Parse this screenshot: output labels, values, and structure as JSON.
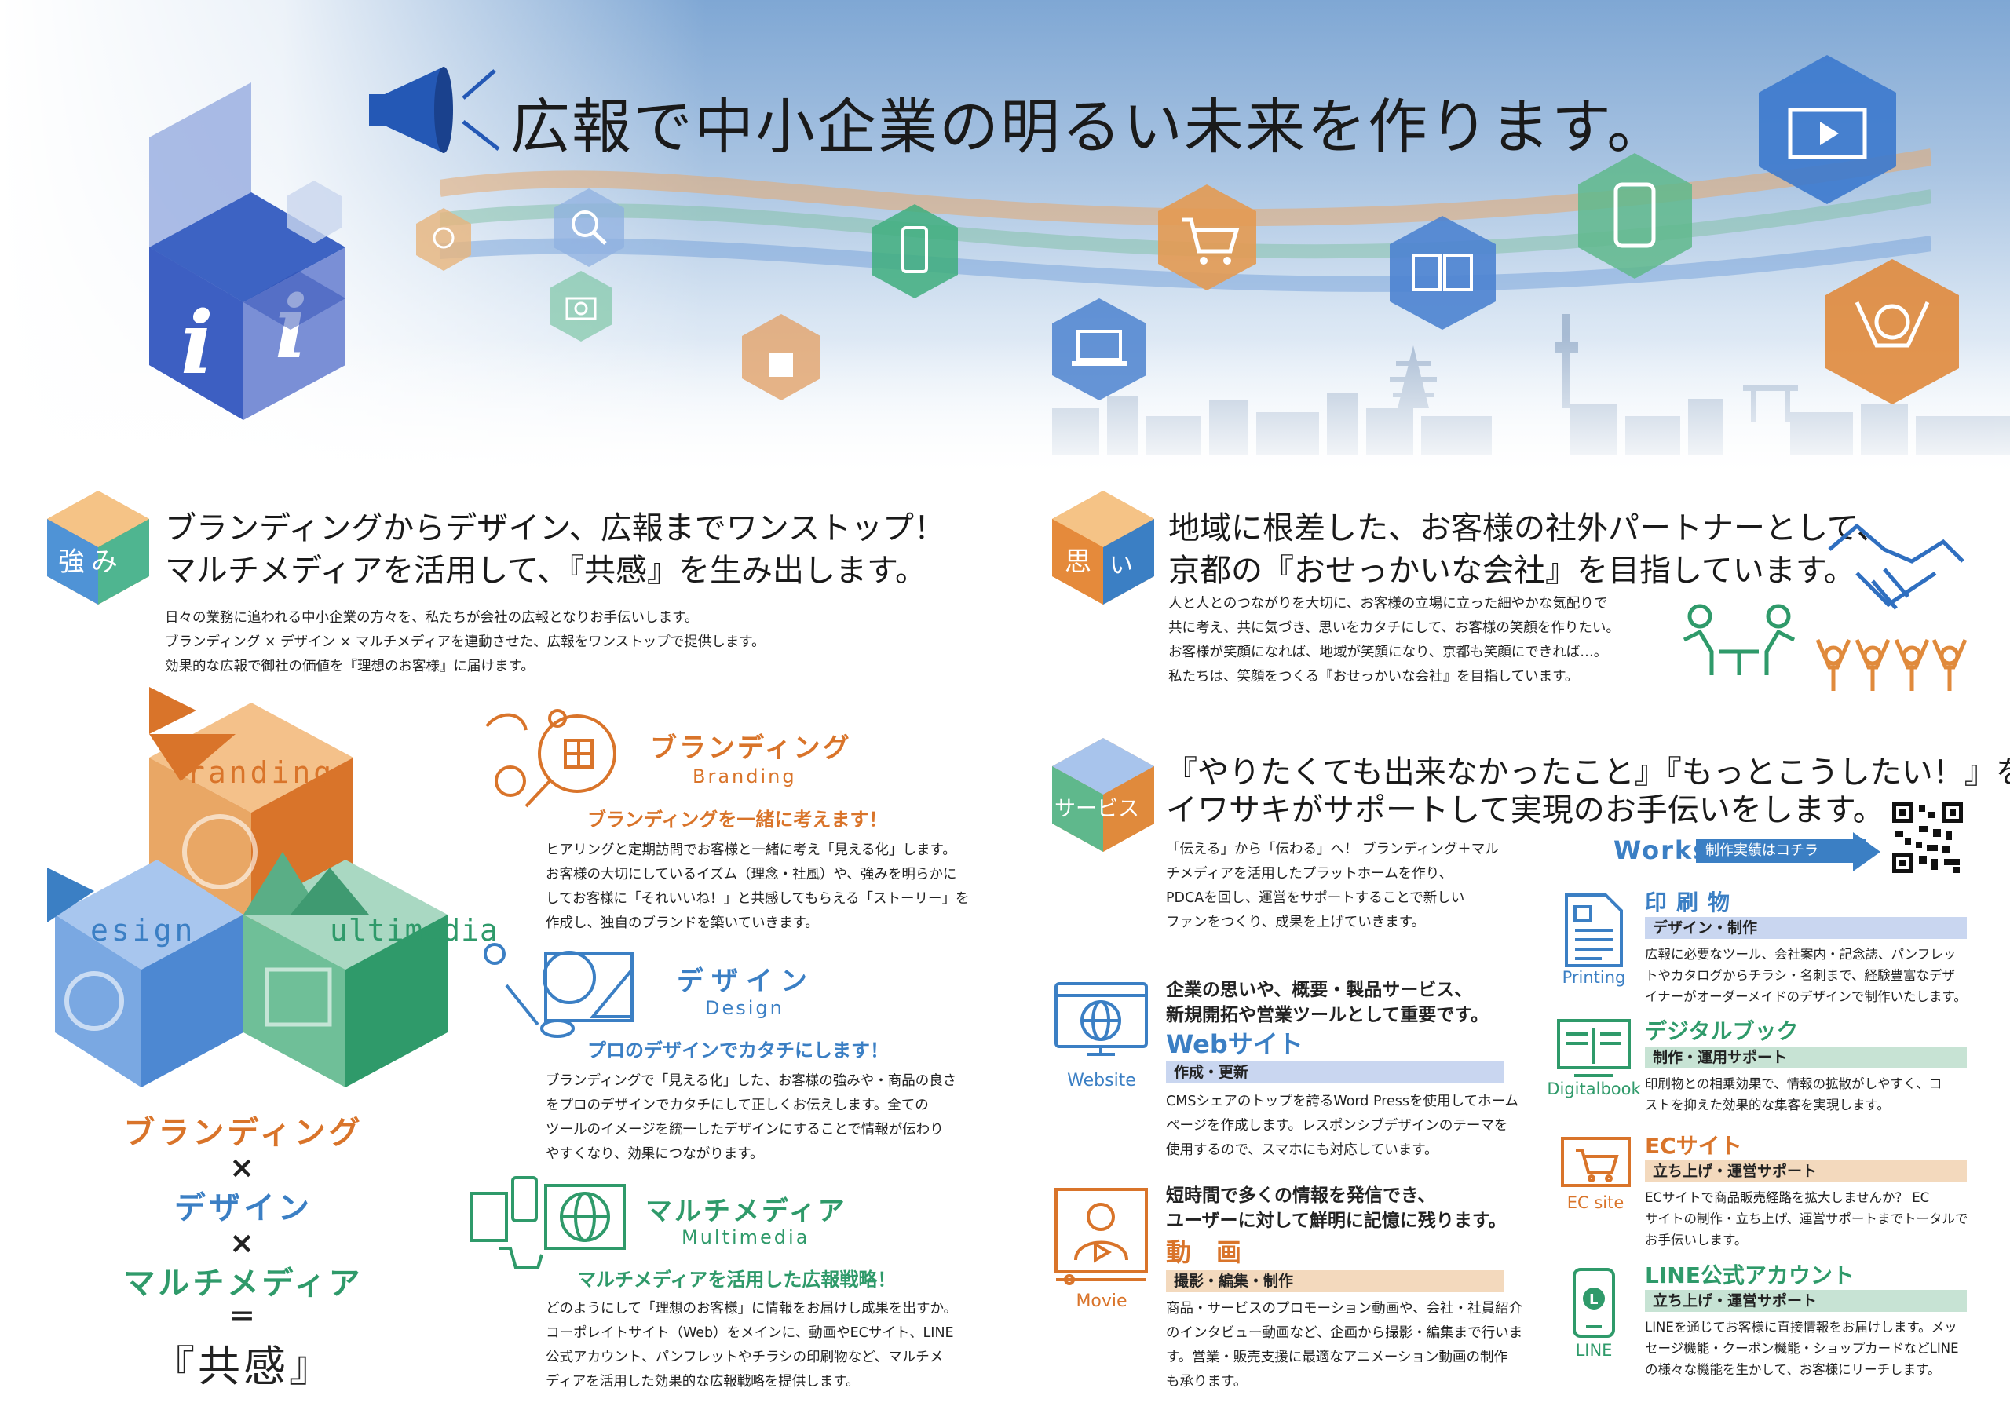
{
  "hero": {
    "title": "広報で中小企業の明るい未来を作ります。"
  },
  "strength": {
    "badge": "強み",
    "headline_1": "ブランディングからデザイン、広報までワンストップ！",
    "headline_2": "マルチメディアを活用して、『共感』を生み出します。",
    "body": [
      "日々の業務に追われる中小企業の方々を、私たちが会社の広報となりお手伝いします。",
      "ブランディング × デザイン × マルチメディアを連動させた、広報をワンストップで提供します。",
      "効果的な広報で御社の価値を『理想のお客様』に届けます。"
    ]
  },
  "cube": {
    "label_branding": "randing",
    "label_design": "esign",
    "label_multimedia": "ultimedia"
  },
  "equation": {
    "line1": "ブランディング",
    "x1": "×",
    "line2": "デザイン",
    "x2": "×",
    "line3": "マルチメディア",
    "eq": "＝",
    "line4": "『共感』"
  },
  "branding": {
    "title": "ブランディング",
    "sub": "Branding",
    "tag": "ブランディングを一緒に考えます！",
    "body": [
      "ヒアリングと定期訪問でお客様と一緒に考え「見える化」します。",
      "お客様の大切にしているイズム（理念・社風）や、強みを明らかに",
      "してお客様に「それいいね！」と共感してもらえる「ストーリー」を",
      "作成し、独自のブランドを築いていきます。"
    ]
  },
  "design": {
    "title": "デザイン",
    "sub": "Design",
    "tag": "プロのデザインでカタチにします！",
    "body": [
      "ブランディングで「見える化」した、お客様の強みや・商品の良さ",
      "をプロのデザインでカタチにして正しくお伝えします。全ての",
      "ツールのイメージを統一したデザインにすることで情報が伝わり",
      "やすくなり、効果につながります。"
    ]
  },
  "multimedia": {
    "title": "マルチメディア",
    "sub": "Multimedia",
    "tag": "マルチメディアを活用した広報戦略！",
    "body": [
      "どのようにして「理想のお客様」に情報をお届けし成果を出すか。",
      "コーポレイトサイト（Web）をメインに、動画やECサイト、LINE",
      "公式アカウント、パンフレットやチラシの印刷物など、マルチメ",
      "ディアを活用した効果的な広報戦略を提供します。"
    ]
  },
  "thought": {
    "badge_1": "思",
    "badge_2": "い",
    "headline_1": "地域に根差した、お客様の社外パートナーとして、",
    "headline_2": "京都の『おせっかいな会社』を目指しています。",
    "body": [
      "人と人とのつながりを大切に、お客様の立場に立った細やかな気配りで",
      "共に考え、共に気づき、思いをカタチにして、お客様の笑顔を作りたい。",
      "お客様が笑顔になれば、地域が笑顔になり、京都も笑顔にできれば…。",
      "私たちは、笑顔をつくる『おせっかいな会社』を目指しています。"
    ]
  },
  "service": {
    "badge": "サービス",
    "headline_1": "『やりたくても出来なかったこと』『もっとこうしたい！』を",
    "headline_2": "イワサキがサポートして実現のお手伝いをします。",
    "body": [
      "「伝える」から「伝わる」へ！ ブランディング＋マル",
      "チメディアを活用したプラットホームを作り、",
      "PDCAを回し、運営をサポートすることで新しい",
      "ファンをつくり、成果を上げていきます。"
    ],
    "works_label": "Works",
    "works_link": "制作実績はコチラ"
  },
  "website": {
    "lead_1": "企業の思いや、概要・製品サービス、",
    "lead_2": "新規開拓や営業ツールとして重要です。",
    "title": "Webサイト",
    "bar": "作成・更新",
    "caption": "Website",
    "body": [
      "CMSシェアのトップを誇るWord Pressを使用してホーム",
      "ページを作成します。レスポンシブデザインのテーマを",
      "使用するので、スマホにも対応しています。"
    ]
  },
  "movie": {
    "lead_1": "短時間で多くの情報を発信でき、",
    "lead_2": "ユーザーに対して鮮明に記憶に残ります。",
    "title": "動　画",
    "bar": "撮影・編集・制作",
    "caption": "Movie",
    "body": [
      "商品・サービスのプロモーション動画や、会社・社員紹介",
      "のインタビュー動画など、企画から撮影・編集まで行いま",
      "す。営業・販売支援に最適なアニメーション動画の制作",
      "も承ります。"
    ]
  },
  "printing": {
    "title": "印刷物",
    "bar": "デザイン・制作",
    "caption": "Printing",
    "body": [
      "広報に必要なツール、会社案内・記念誌、パンフレッ",
      "トやカタログからチラシ・名刺まで、経験豊富なデザ",
      "イナーがオーダーメイドのデザインで制作いたします。"
    ]
  },
  "digitalbook": {
    "title": "デジタルブック",
    "bar": "制作・運用サポート",
    "caption": "Digitalbook",
    "body": [
      "印刷物との相乗効果で、情報の拡散がしやすく、コ",
      "ストを抑えた効果的な集客を実現します。"
    ]
  },
  "ecsite": {
    "title": "ECサイト",
    "bar": "立ち上げ・運営サポート",
    "caption": "EC site",
    "body": [
      "ECサイトで商品販売経路を拡大しませんか？ EC",
      "サイトの制作・立ち上げ、運営サポートまでトータルで",
      "お手伝いします。"
    ]
  },
  "line": {
    "title": "LINE公式アカウント",
    "bar": "立ち上げ・運営サポート",
    "caption": "LINE",
    "body": [
      "LINEを通じてお客様に直接情報をお届けします。メッ",
      "セージ機能・クーポン機能・ショップカードなどLINE",
      "の様々な機能を生かして、お客様にリーチします。"
    ]
  },
  "colors": {
    "orange": "#d9742a",
    "blue": "#3b7fc4",
    "green": "#2f9a6a",
    "navy": "#2e4aa0"
  }
}
